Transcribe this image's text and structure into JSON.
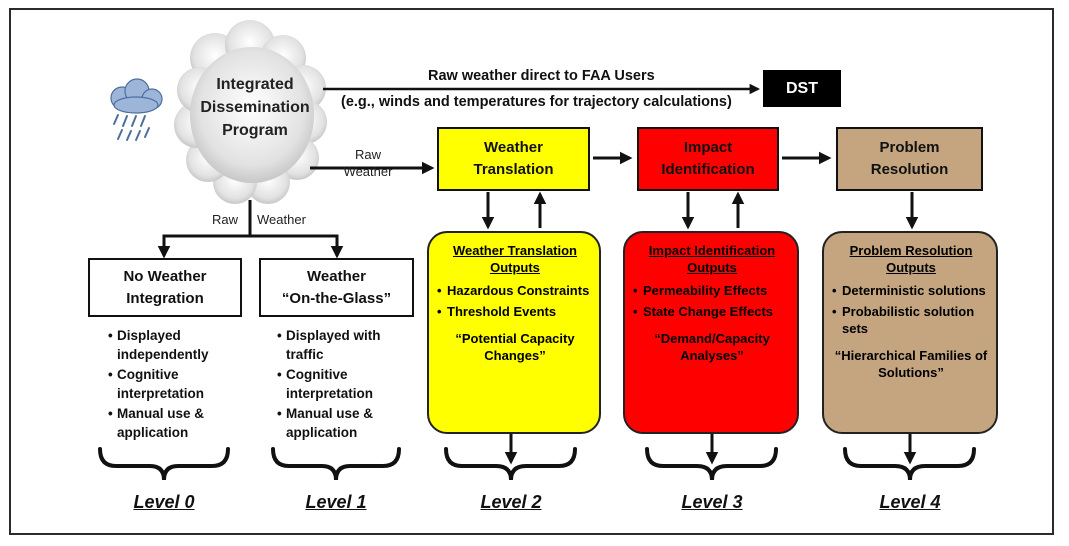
{
  "source": {
    "line1": "Integrated",
    "line2": "Dissemination",
    "line3": "Program"
  },
  "top_arrow": {
    "line1": "Raw weather direct to FAA Users",
    "line2": "(e.g., winds and temperatures for trajectory calculations)"
  },
  "dst_label": "DST",
  "raw_weather_right": {
    "line1": "Raw",
    "line2": "Weather"
  },
  "raw_weather_down": {
    "left": "Raw",
    "right": "Weather"
  },
  "boxes": {
    "weather_translation": {
      "line1": "Weather",
      "line2": "Translation"
    },
    "impact_identification": {
      "line1": "Impact",
      "line2": "Identification"
    },
    "problem_resolution": {
      "line1": "Problem",
      "line2": "Resolution"
    },
    "no_weather": {
      "line1": "No Weather",
      "line2": "Integration"
    },
    "on_the_glass": {
      "line1": "Weather",
      "line2": "“On-the-Glass”"
    }
  },
  "outputs": {
    "weather_translation": {
      "title1": "Weather Translation",
      "title2": "Outputs",
      "bullets": [
        "Hazardous Constraints",
        "Threshold Events"
      ],
      "quote": "“Potential Capacity Changes”"
    },
    "impact_identification": {
      "title1": "Impact Identification",
      "title2": "Outputs",
      "bullets": [
        "Permeability Effects",
        "State Change Effects"
      ],
      "quote": "“Demand/Capacity Analyses”"
    },
    "problem_resolution": {
      "title1": "Problem Resolution",
      "title2": "Outputs",
      "bullets": [
        "Deterministic solutions",
        "Probabilistic solution sets"
      ],
      "quote": "“Hierarchical Families of Solutions”"
    }
  },
  "level0_bullets": [
    "Displayed independently",
    "Cognitive interpretation",
    "Manual use & application"
  ],
  "level1_bullets": [
    "Displayed with traffic",
    "Cognitive interpretation",
    "Manual use & application"
  ],
  "levels": [
    "Level 0",
    "Level 1",
    "Level 2",
    "Level 3",
    "Level 4"
  ],
  "colors": {
    "yellow": "#ffff00",
    "red": "#ff0000",
    "tan": "#c4a57f",
    "black": "#000000"
  },
  "icons": {
    "storm": "storm-cloud-icon",
    "cloud": "cloud-shape"
  }
}
